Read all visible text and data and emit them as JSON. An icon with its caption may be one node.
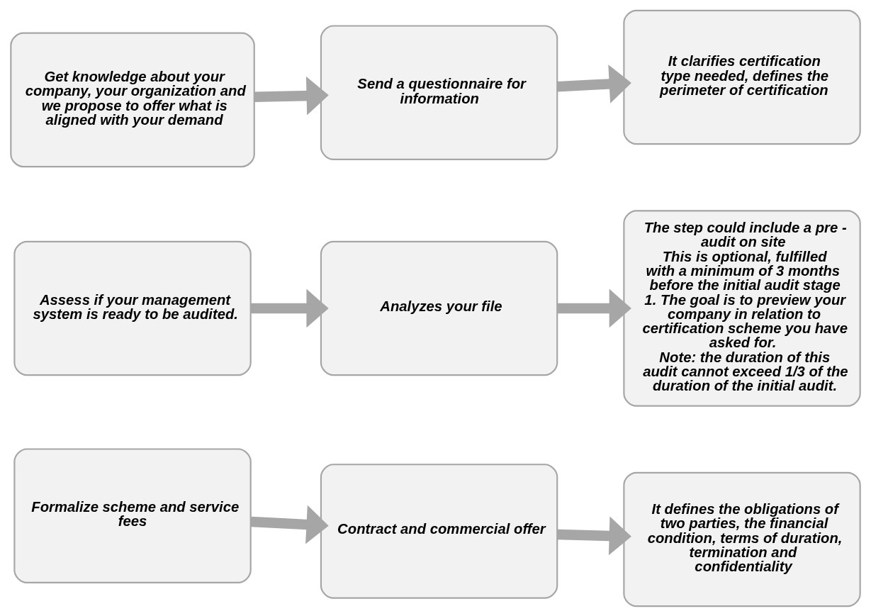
{
  "diagram": {
    "nodes": [
      {
        "text": [
          "Get knowledge about your company, your organization and we propose to offer what is aligned with your demand"
        ]
      },
      {
        "text": [
          "Send a questionnaire for information"
        ]
      },
      {
        "text": [
          "It clarifies certification type needed, defines the perimeter of certification"
        ]
      },
      {
        "text": [
          "Assess if your management system is ready to be audited."
        ]
      },
      {
        "text": [
          "Analyzes your file"
        ]
      },
      {
        "text": [
          "The step could include a pre - audit on site",
          "This is optional, fulfilled with a minimum of 3 months before the initial audit stage 1. The goal is to preview your company in relation to certification scheme you have asked for.",
          "Note: the duration of this audit cannot exceed 1/3 of the duration of the initial audit."
        ]
      },
      {
        "text": [
          "Formalize scheme and service fees"
        ]
      },
      {
        "text": [
          "Contract and commercial offer"
        ]
      },
      {
        "text": [
          "It defines the obligations of two parties, the financial condition, terms of duration, termination and confidentiality"
        ]
      }
    ],
    "edges": [
      {
        "from": 0,
        "to": 1,
        "arrow": "to"
      },
      {
        "from": 1,
        "to": 2,
        "arrow": "to"
      },
      {
        "from": 3,
        "to": 4,
        "arrow": "to"
      },
      {
        "from": 4,
        "to": 5,
        "arrow": "to"
      },
      {
        "from": 6,
        "to": 7,
        "arrow": "to"
      },
      {
        "from": 7,
        "to": 8,
        "arrow": "to"
      }
    ]
  }
}
